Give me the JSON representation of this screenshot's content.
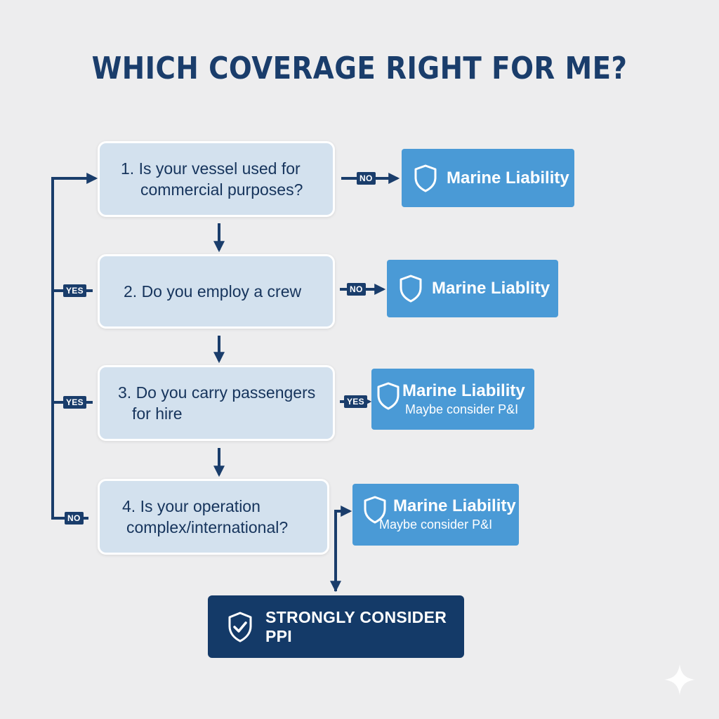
{
  "title": "WHICH COVERAGE RIGHT FOR ME?",
  "questions": [
    {
      "line1": "1. Is your vessel used for",
      "line2": "commercial purposes?"
    },
    {
      "line1": "2. Do you employ a crew",
      "line2": ""
    },
    {
      "line1": "3. Do you carry passengers",
      "line2": "for hire"
    },
    {
      "line1": "4. Is your operation",
      "line2": "complex/international?"
    }
  ],
  "results": [
    {
      "main": "Marine Liability",
      "sub": ""
    },
    {
      "main": "Marine Liablity",
      "sub": ""
    },
    {
      "main": "Marine Liability",
      "sub": "Maybe consider P&I"
    },
    {
      "main": "Marine Liability",
      "sub": "Maybe consider P&I"
    }
  ],
  "right_badges": [
    "NO",
    "NO",
    "YES"
  ],
  "left_badges": [
    "YES",
    "YES",
    "NO"
  ],
  "final": {
    "label": "STRONGLY CONSIDER PPI"
  },
  "colors": {
    "background": "#ededee",
    "navy": "#1a3d6b",
    "question_fill": "#d3e1ee",
    "result_fill": "#4a9ad6",
    "final_fill": "#143a68"
  }
}
